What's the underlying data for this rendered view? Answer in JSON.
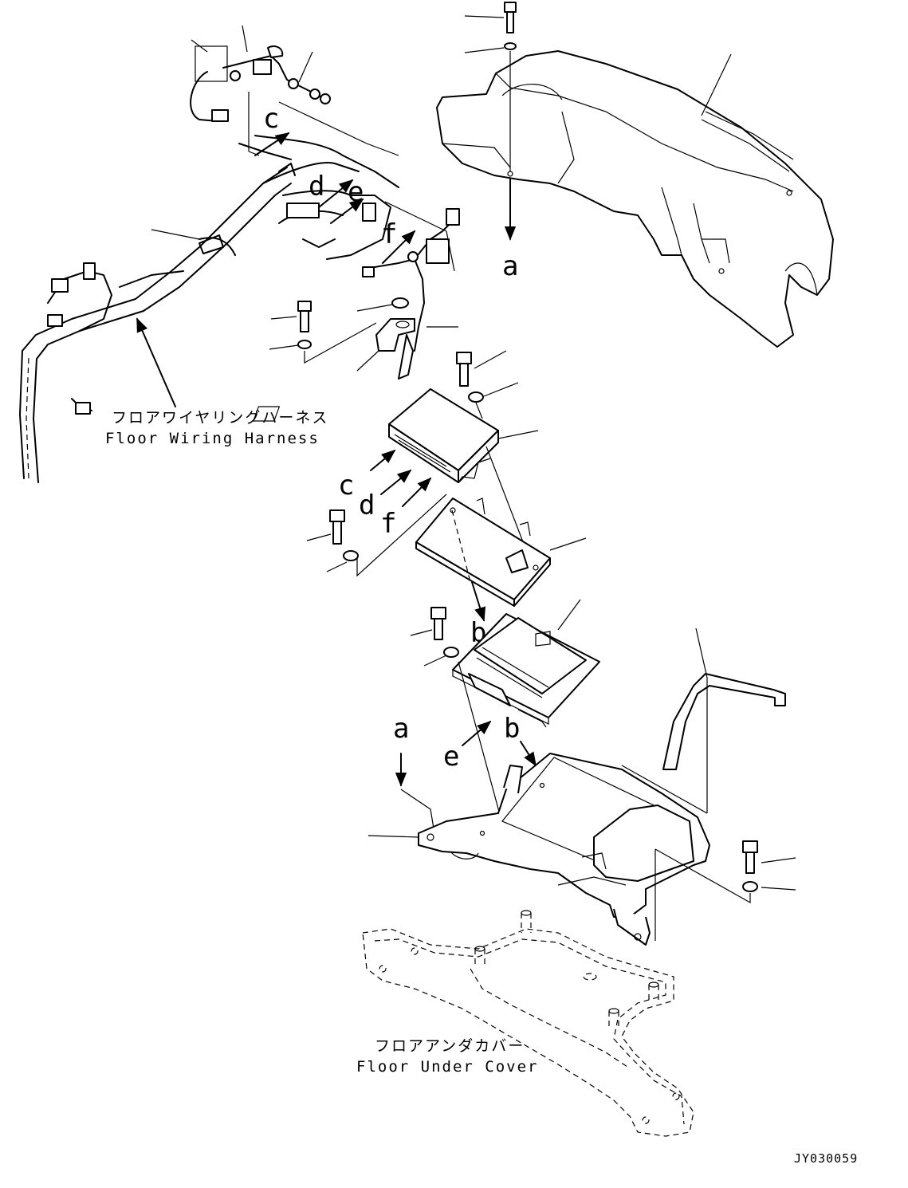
{
  "labels": {
    "floor_wiring_harness_jp": "フロアワイヤリングハーネス",
    "floor_wiring_harness_en": "Floor Wiring Harness",
    "floor_under_cover_jp": "フロアアンダカバー",
    "floor_under_cover_en": "Floor Under Cover",
    "drawing_code": "JY030059"
  },
  "callouts": {
    "c_upper": "c",
    "d_upper": "d",
    "e_upper": "e",
    "f_upper": "f",
    "a_upper": "a",
    "c_mid": "c",
    "d_mid": "d",
    "f_mid": "f",
    "b_mid": "b",
    "a_lower": "a",
    "e_lower": "e",
    "b_lower": "b"
  },
  "icons": [
    "wiring-harness-icon",
    "console-cover-icon",
    "controller-icon",
    "bracket-icon",
    "ecu-icon",
    "base-plate-icon",
    "handle-icon",
    "under-cover-frame-icon",
    "bolt-icon",
    "washer-icon",
    "arrow-icon"
  ]
}
